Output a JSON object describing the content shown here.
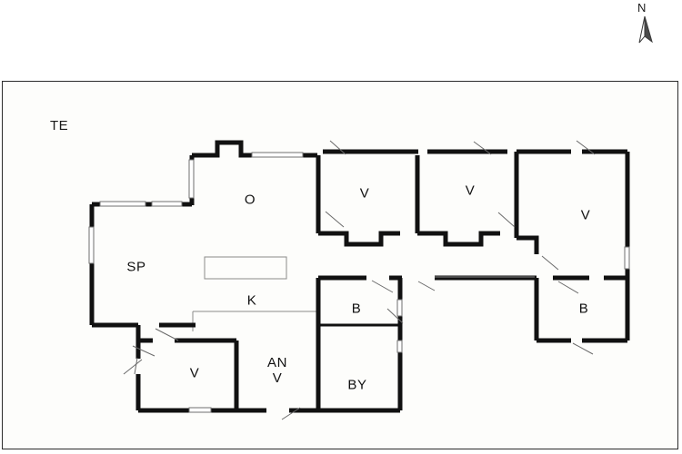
{
  "compass": {
    "north_label": "N"
  },
  "plan": {
    "outdoor_label": "TE",
    "rooms": [
      {
        "label": "O",
        "name": "living-room"
      },
      {
        "label": "SP",
        "name": "dining-room"
      },
      {
        "label": "K",
        "name": "kitchen"
      },
      {
        "label": "V",
        "name": "bedroom-1"
      },
      {
        "label": "V",
        "name": "bedroom-2"
      },
      {
        "label": "V",
        "name": "bedroom-3"
      },
      {
        "label": "B",
        "name": "bathroom-1"
      },
      {
        "label": "B",
        "name": "bathroom-2"
      },
      {
        "label": "V",
        "name": "bedroom-4"
      },
      {
        "label": "AN\nV",
        "name": "bedroom-5-annex"
      },
      {
        "label": "BY",
        "name": "utility-room"
      }
    ]
  },
  "colors": {
    "wall": "#111111",
    "frame_border": "#2b2b2b",
    "paper": "#fdfdfb",
    "page_background": "#ffffff",
    "window": "#6f6f6f",
    "door_swing": "#6a6a6a",
    "label_text": "#111111"
  }
}
